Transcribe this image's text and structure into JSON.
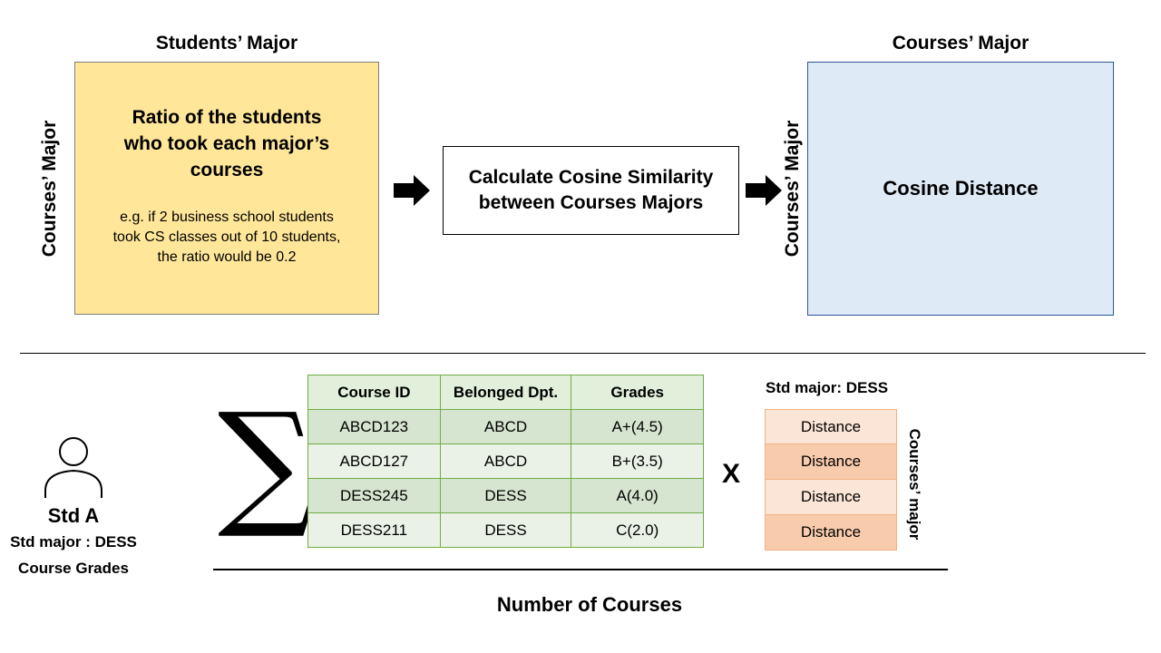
{
  "top": {
    "students_major_label": "Students’ Major",
    "left_vertical_label": "Courses’ Major",
    "ratio_title_lines": [
      "Ratio of the students",
      "who took each major’s",
      "courses"
    ],
    "ratio_example_lines": [
      "e.g. if 2 business school students",
      "took CS classes out of 10 students,",
      "the ratio would be 0.2"
    ],
    "calc_lines": [
      "Calculate Cosine Similarity",
      "between Courses Majors"
    ],
    "courses_major_label": "Courses’ Major",
    "right_vertical_label": "Courses’ Major",
    "cosine_distance": "Cosine Distance"
  },
  "bottom": {
    "student": {
      "name": "Std A",
      "major_line": "Std major : DESS",
      "grades_line": "Course Grades"
    },
    "sigma": "∑",
    "table": {
      "headers": [
        "Course ID",
        "Belonged Dpt.",
        "Grades"
      ],
      "rows": [
        [
          "ABCD123",
          "ABCD",
          "A+(4.5)"
        ],
        [
          "ABCD127",
          "ABCD",
          "B+(3.5)"
        ],
        [
          "DESS245",
          "DESS",
          "A(4.0)"
        ],
        [
          "DESS211",
          "DESS",
          "C(2.0)"
        ]
      ]
    },
    "times": "X",
    "distance_header": "Std major: DESS",
    "distances": [
      "Distance",
      "Distance",
      "Distance",
      "Distance"
    ],
    "distance_side_label": "Courses’ major",
    "denominator": "Number of Courses"
  },
  "colors": {
    "ratio_fill": "#ffe699",
    "cosine_fill": "#deebf7",
    "cosine_border": "#2f5597",
    "table_border": "#70ad47",
    "distance_light": "#fbe5d6",
    "distance_dark": "#f8cbad"
  },
  "icons": [
    "arrow-right-icon",
    "person-icon"
  ]
}
